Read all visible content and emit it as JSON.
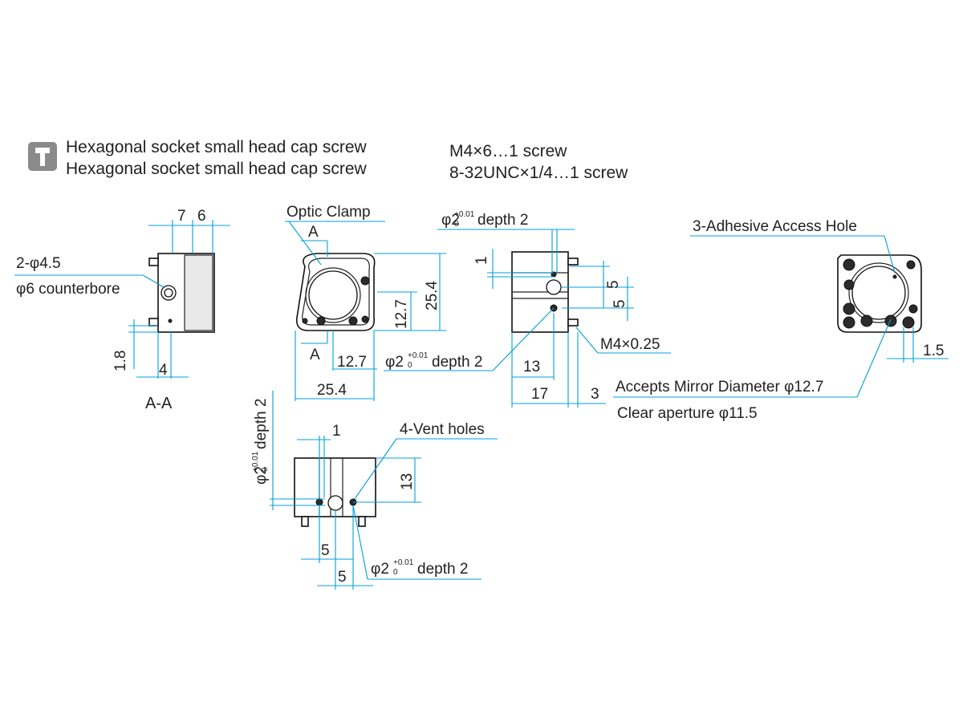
{
  "header": {
    "screw_icon": "screw-icon",
    "screw_lines": [
      {
        "name": "Hexagonal socket small head cap screw",
        "spec": "M4×6…1 screw"
      },
      {
        "name": "Hexagonal socket small head cap screw",
        "spec": "8-32UNC×1/4…1 screw"
      }
    ]
  },
  "section_view": {
    "dim_top_a": "7",
    "dim_top_b": "6",
    "hole_callout_1": "2-φ4.5",
    "hole_callout_2": "φ6 counterbore",
    "dim_bottom": "4",
    "dim_side": "1.8",
    "caption": "A-A"
  },
  "front_view": {
    "optic_clamp": "Optic Clamp",
    "section_mark_top": "A",
    "section_mark_bottom": "A",
    "dim_height": "25.4",
    "dim_center": "12.7",
    "dim_center_h": "12.7",
    "dim_width": "25.4"
  },
  "side_view": {
    "hole_dia": "φ2",
    "tol_upper": "+0.01",
    "tol_lower": "0",
    "hole_depth": "depth 2",
    "dim_1": "1",
    "dim_5a": "5",
    "dim_5b": "5",
    "thread": "M4×0.25",
    "dim_13": "13",
    "dim_17": "17",
    "dim_3": "3",
    "hole2_dia": "φ2",
    "hole2_tol_upper": "+0.01",
    "hole2_tol_lower": "0",
    "hole2_depth": "depth 2"
  },
  "back_view": {
    "adhesive": "3-Adhesive Access Hole",
    "dim_15": "1.5",
    "mirror_diameter": "Accepts Mirror Diameter φ12.7",
    "clear_aperture": "Clear aperture φ11.5"
  },
  "bottom_view": {
    "hole_dia": "φ2",
    "tol_upper": "+0.01",
    "tol_lower": "0",
    "hole_depth": "depth 2",
    "dim_1": "1",
    "vent": "4-Vent holes",
    "dim_13": "13",
    "dim_5a": "5",
    "dim_5b": "5",
    "hole2_dia": "φ2",
    "hole2_tol_upper": "+0.01",
    "hole2_tol_lower": "0",
    "hole2_depth": "depth 2"
  }
}
